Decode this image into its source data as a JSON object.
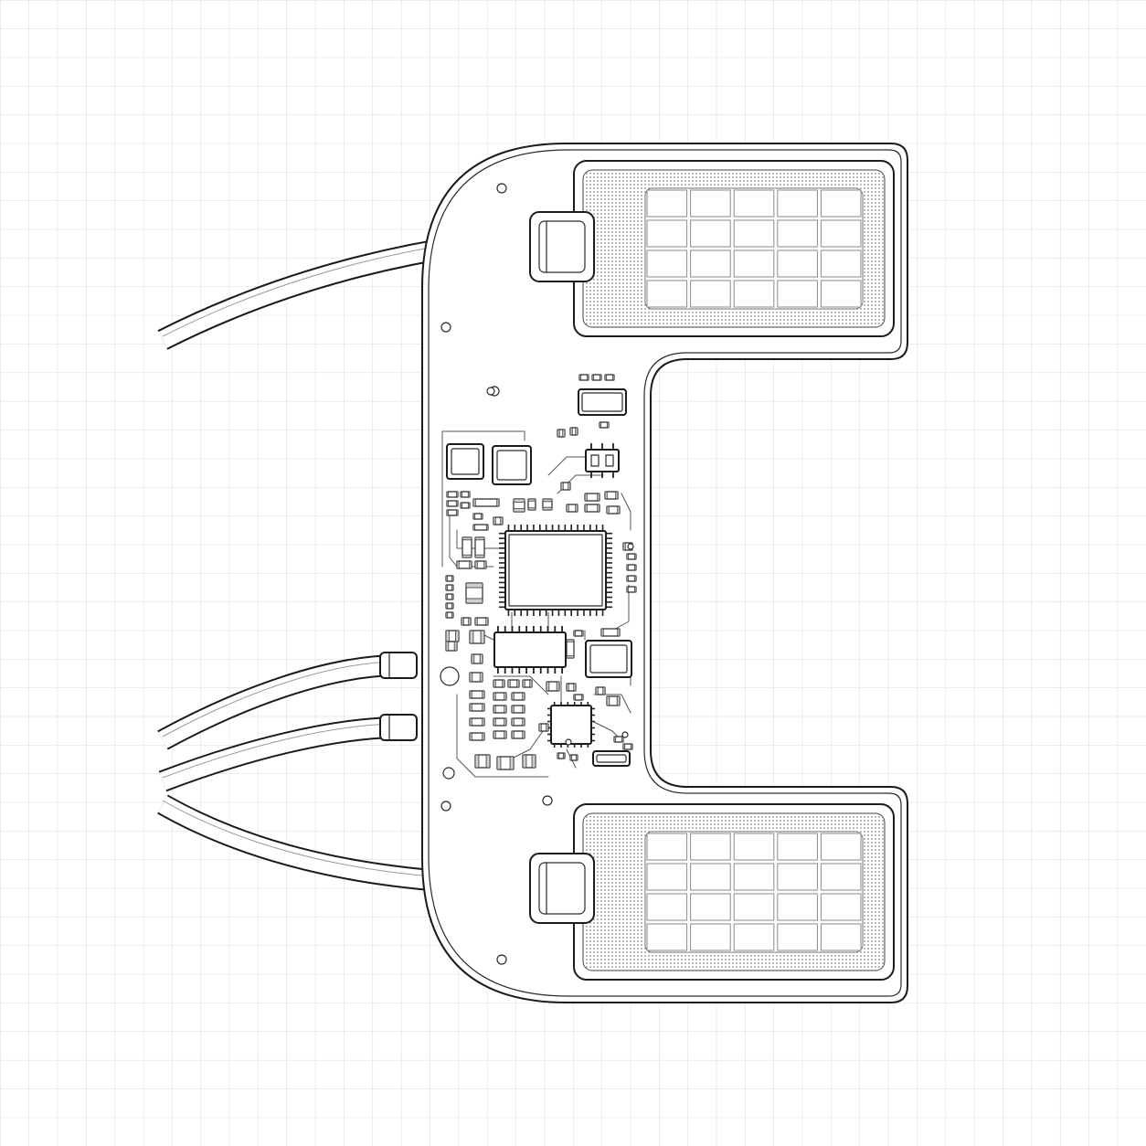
{
  "figure": {
    "subject": "sensor-patch-pcb-with-electrode-pads",
    "background_color": "#ffffff",
    "grid_color": "#d9d9d9",
    "line_color": "#1b1b1b",
    "pad_fill_color": "#f4f4f4",
    "pad_mesh_color": "#ffffff"
  },
  "electrode_pads": [
    {
      "id": "top-pad",
      "grid_rows": 4,
      "grid_cols": 5
    },
    {
      "id": "bottom-pad",
      "grid_rows": 4,
      "grid_cols": 5
    }
  ],
  "cables": [
    {
      "id": "cable-top-pad"
    },
    {
      "id": "cable-bottom-pad"
    },
    {
      "id": "cable-board-upper"
    },
    {
      "id": "cable-board-lower"
    }
  ],
  "board": {
    "components": [
      {
        "id": "main-mcu",
        "kind": "qfp",
        "pins_per_side": 16
      },
      {
        "id": "ic-soic",
        "kind": "soic",
        "pins_per_side": 10
      },
      {
        "id": "ic-qfn",
        "kind": "qfn",
        "pins_per_side": 6
      },
      {
        "id": "ic-sot-top",
        "kind": "sot",
        "pins_per_side": 3
      },
      {
        "id": "inductor-1",
        "kind": "square-module"
      },
      {
        "id": "inductor-2",
        "kind": "square-module"
      },
      {
        "id": "square-module-right",
        "kind": "square-module"
      },
      {
        "id": "crystal-bottom",
        "kind": "crystal"
      },
      {
        "id": "capacitor-top",
        "kind": "crystal"
      }
    ]
  }
}
